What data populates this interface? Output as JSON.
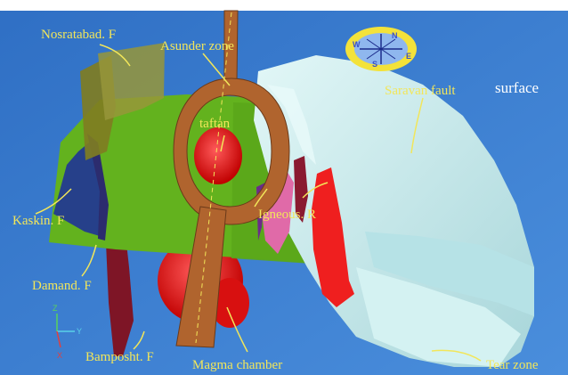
{
  "labels": {
    "nosratabad": "Nosratabad. F",
    "asunder": "Asunder zone",
    "taftan": "taftan",
    "saravan": "Saravan fault",
    "surface": "surface",
    "igneous": "Igneous. R",
    "kaskin": "Kaskin. F",
    "damand": "Damand. F",
    "bamposht": "Bamposht. F",
    "magma": "Magma chamber",
    "tear": "Tear zone"
  },
  "compass": {
    "n": "N",
    "s": "S",
    "e": "E",
    "w": "W"
  },
  "axes": {
    "z": "Z",
    "y": "Y",
    "x": "X"
  },
  "colors": {
    "background": "#3d7fd0",
    "fault_plane": "#63b21e",
    "saravan_fault": "#c9ecee",
    "asunder_zone": "#b0642e",
    "magma": "#e01010",
    "label": "#f2e65a"
  }
}
